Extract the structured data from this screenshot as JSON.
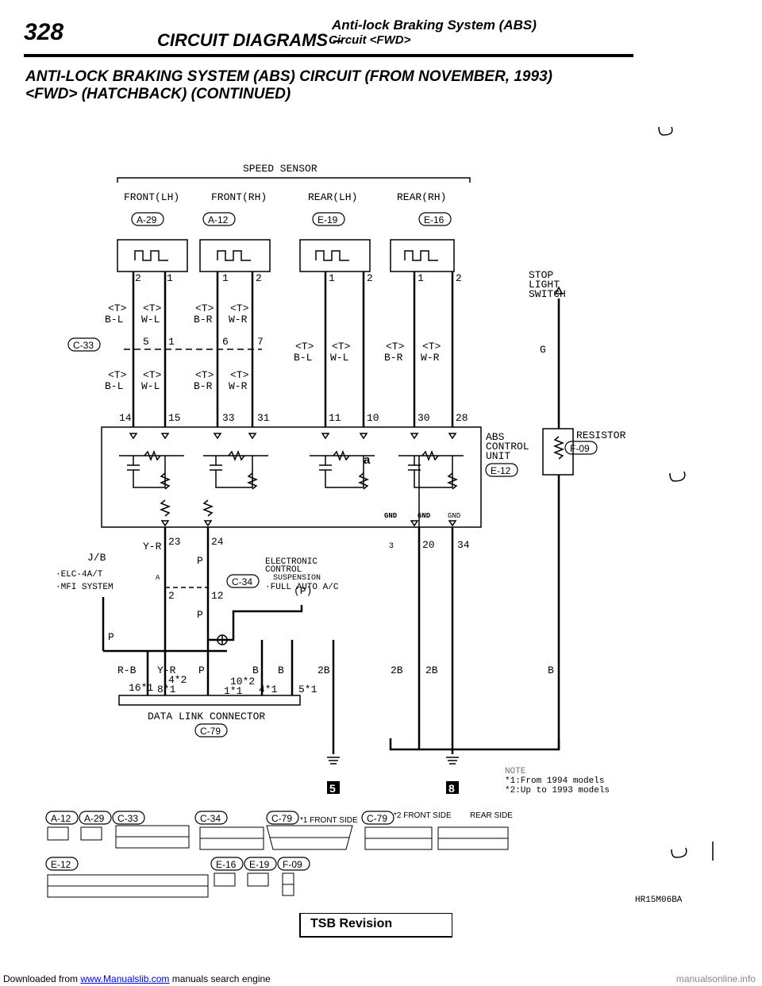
{
  "header": {
    "page_number": "328",
    "section": "CIRCUIT DIAGRAMS –",
    "subsystem": "Anti-lock Braking System (ABS)",
    "circuit": "Circuit <FWD>"
  },
  "title": {
    "line1": "ANTI-LOCK BRAKING SYSTEM (ABS) CIRCUIT (FROM NOVEMBER, 1993)",
    "line2": "<FWD> (HATCHBACK) (CONTINUED)"
  },
  "speed_sensor": {
    "label": "SPEED SENSOR",
    "sensors": [
      {
        "name": "FRONT(LH)",
        "connector": "A-29"
      },
      {
        "name": "FRONT(RH)",
        "connector": "A-12"
      },
      {
        "name": "REAR(LH)",
        "connector": "E-19"
      },
      {
        "name": "REAR(RH)",
        "connector": "E-16"
      }
    ]
  },
  "stop_light": {
    "line1": "STOP",
    "line2": "LIGHT",
    "line3": "SWITCH",
    "wire": "G",
    "wire_b": "B"
  },
  "abs_unit": {
    "line1": "ABS",
    "line2": "CONTROL",
    "line3": "UNIT",
    "connector": "E-12"
  },
  "resistor": {
    "label": "RESISTOR",
    "connector": "F-09"
  },
  "intermediate": {
    "connector": "C-33"
  },
  "wires": {
    "tb_l": "<T>",
    "bl": "B-L",
    "wl": "W-L",
    "br": "B-R",
    "wr": "W-R",
    "yr": "Y-R",
    "p": "P",
    "rb": "R-B",
    "b": "B",
    "b2": "2B",
    "pp": "(P)"
  },
  "pins": {
    "fl_a": "2",
    "fl_b": "1",
    "fr_a": "1",
    "fr_b": "2",
    "rl_a": "1",
    "rl_b": "2",
    "rr_a": "1",
    "rr_b": "2",
    "c33_a": "5",
    "c33_b": "1",
    "c33_c": "6",
    "c33_d": "7",
    "e_14": "14",
    "e_15": "15",
    "e_33": "33",
    "e_31": "31",
    "e_11": "11",
    "e_10": "10",
    "e_30": "30",
    "e_28": "28",
    "e_23": "23",
    "e_24": "24",
    "e_3": "3",
    "e_20": "20",
    "e_34": "34",
    "c34_2": "2",
    "c34_12": "12",
    "d_16": "16*1",
    "d_8": "8*1",
    "d_4a": "4*2",
    "d_1": "1*1",
    "d_10": "10*2",
    "d_4b": "4*1",
    "d_5": "5*1"
  },
  "gnd": {
    "g1": "GND",
    "g2": "GND",
    "g3": "GND"
  },
  "jb": {
    "label": "J/B",
    "pin": "A"
  },
  "elc": {
    "line1": "·ELC-4A/T",
    "line2": "·MFI SYSTEM"
  },
  "electronic": {
    "line1": "ELECTRONIC",
    "line2": "CONTROL",
    "line3": "SUSPENSION",
    "line4": "·FULL AUTO A/C",
    "connector": "C-34"
  },
  "dlc": {
    "label": "DATA LINK CONNECTOR",
    "connector": "C-79"
  },
  "ground_marks": {
    "g5": "5",
    "g8": "8"
  },
  "note": {
    "title": "NOTE",
    "line1": "*1:From 1994 models",
    "line2": "*2:Up to 1993 models"
  },
  "legend": {
    "row1": [
      "A-12",
      "A-29",
      "C-33",
      "C-34",
      "C-79",
      "C-79"
    ],
    "c79_front": "*1 FRONT SIDE",
    "c79_front2": "*2 FRONT SIDE",
    "rear_side": "REAR SIDE",
    "row2": [
      "E-12",
      "E-16",
      "E-19",
      "F-09"
    ]
  },
  "tsb": "TSB Revision",
  "figure_code": "HR15M06BA",
  "footer": {
    "prefix": "Downloaded from ",
    "link": "www.Manualslib.com",
    "suffix": " manuals search engine",
    "right": "manualsonline.info"
  }
}
